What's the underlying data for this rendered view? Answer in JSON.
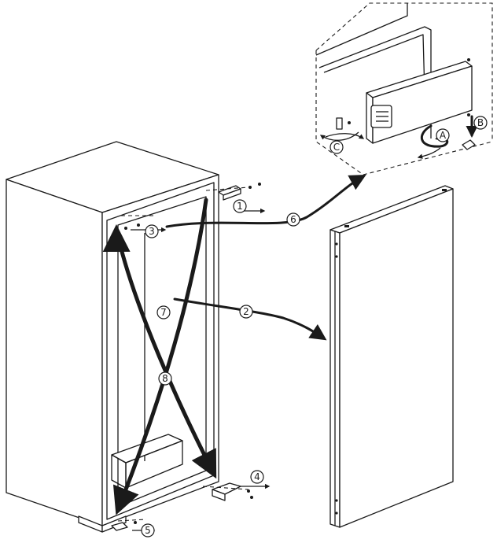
{
  "callouts": {
    "c1": "1",
    "c2": "2",
    "c3": "3",
    "c4": "4",
    "c5": "5",
    "c6": "6",
    "c7": "7",
    "c8": "8",
    "cA": "A",
    "cB": "B",
    "cC": "C"
  }
}
